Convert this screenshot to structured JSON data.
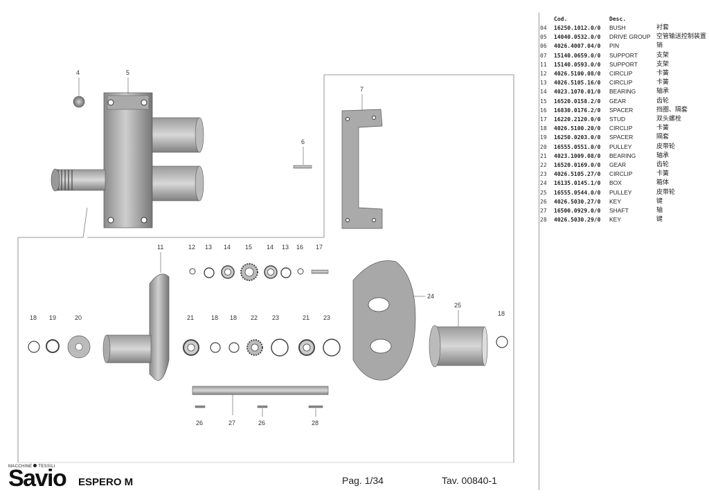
{
  "callouts": [
    {
      "text": "4"
    },
    {
      "text": "5"
    },
    {
      "text": "6"
    },
    {
      "text": "7"
    },
    {
      "text": "11"
    },
    {
      "text": "12"
    },
    {
      "text": "13"
    },
    {
      "text": "14"
    },
    {
      "text": "15"
    },
    {
      "text": "14"
    },
    {
      "text": "13"
    },
    {
      "text": "16"
    },
    {
      "text": "17"
    },
    {
      "text": "18"
    },
    {
      "text": "19"
    },
    {
      "text": "20"
    },
    {
      "text": "21"
    },
    {
      "text": "18"
    },
    {
      "text": "18"
    },
    {
      "text": "22"
    },
    {
      "text": "23"
    },
    {
      "text": "21"
    },
    {
      "text": "23"
    },
    {
      "text": "24"
    },
    {
      "text": "25"
    },
    {
      "text": "18"
    },
    {
      "text": "26"
    },
    {
      "text": "27"
    },
    {
      "text": "26"
    },
    {
      "text": "28"
    }
  ],
  "parts_table": {
    "headers": {
      "code": "Cod.",
      "desc": "Desc."
    },
    "rows": [
      {
        "pos": "04",
        "code": "16250.1012.0/0",
        "desc": "BUSH",
        "cn": "衬套"
      },
      {
        "pos": "05",
        "code": "14040.0532.0/0",
        "desc": "DRIVE GROUP",
        "cn": "空管输送控制装置"
      },
      {
        "pos": "06",
        "code": "4026.4007.04/0",
        "desc": "PIN",
        "cn": "销"
      },
      {
        "pos": "07",
        "code": "15140.0659.0/0",
        "desc": "SUPPORT",
        "cn": "支架"
      },
      {
        "pos": "11",
        "code": "15140.0593.0/0",
        "desc": "SUPPORT",
        "cn": "支架"
      },
      {
        "pos": "12",
        "code": "4026.5100.08/0",
        "desc": "CIRCLIP",
        "cn": "卡簧"
      },
      {
        "pos": "13",
        "code": "4026.5105.16/0",
        "desc": "CIRCLIP",
        "cn": "卡簧"
      },
      {
        "pos": "14",
        "code": "4023.1070.01/0",
        "desc": "BEARING",
        "cn": "轴承"
      },
      {
        "pos": "15",
        "code": "16520.0158.2/0",
        "desc": "GEAR",
        "cn": "齿轮"
      },
      {
        "pos": "16",
        "code": "16830.0176.2/0",
        "desc": "SPACER",
        "cn": "挡圈、隔套"
      },
      {
        "pos": "17",
        "code": "16220.2120.0/0",
        "desc": "STUD",
        "cn": "双头螺栓"
      },
      {
        "pos": "18",
        "code": "4026.5100.20/0",
        "desc": "CIRCLIP",
        "cn": "卡簧"
      },
      {
        "pos": "19",
        "code": "16250.0203.0/0",
        "desc": "SPACER",
        "cn": "隔套"
      },
      {
        "pos": "20",
        "code": "16555.0551.0/0",
        "desc": "PULLEY",
        "cn": "皮带轮"
      },
      {
        "pos": "21",
        "code": "4023.1009.08/0",
        "desc": "BEARING",
        "cn": "轴承"
      },
      {
        "pos": "22",
        "code": "16520.0169.0/0",
        "desc": "GEAR",
        "cn": "齿轮"
      },
      {
        "pos": "23",
        "code": "4026.5105.27/0",
        "desc": "CIRCLIP",
        "cn": "卡簧"
      },
      {
        "pos": "24",
        "code": "16135.0145.1/0",
        "desc": "BOX",
        "cn": "箱体"
      },
      {
        "pos": "25",
        "code": "16555.0544.0/0",
        "desc": "PULLEY",
        "cn": "皮带轮"
      },
      {
        "pos": "26",
        "code": "4026.5030.27/0",
        "desc": "KEY",
        "cn": "键"
      },
      {
        "pos": "27",
        "code": "16500.0929.0/0",
        "desc": "SHAFT",
        "cn": "轴"
      },
      {
        "pos": "28",
        "code": "4026.5030.29/0",
        "desc": "KEY",
        "cn": "键"
      }
    ]
  },
  "footer": {
    "brand_tag_left": "MACCHINE",
    "brand_tag_right": "TESSILI",
    "brand_name": "Savio",
    "model": "ESPERO M",
    "page": "Pag. 1/34",
    "table_ref": "Tav. 00840-1"
  }
}
